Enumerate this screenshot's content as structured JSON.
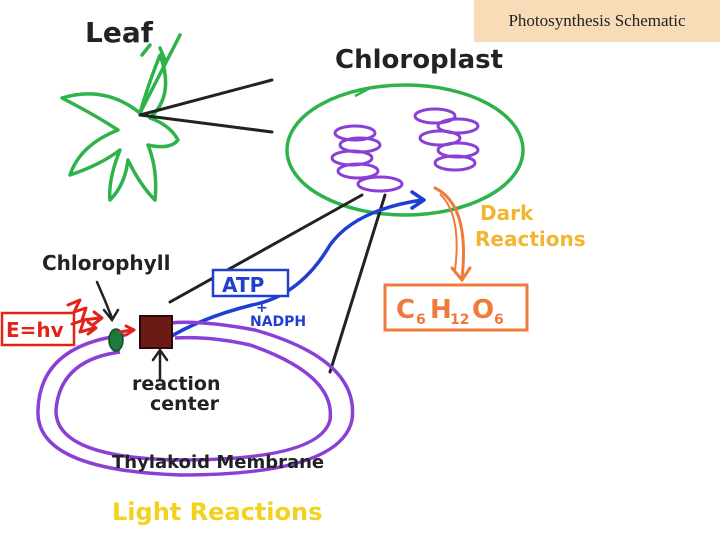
{
  "title": "Photosynthesis Schematic",
  "labels": {
    "leaf": "Leaf",
    "chloroplast": "Chloroplast",
    "dark_reactions_line1": "Dark",
    "dark_reactions_line2": "Reactions",
    "glucose_c": "C",
    "glucose_c_sub": "6",
    "glucose_h": "H",
    "glucose_h_sub": "12",
    "glucose_o": "O",
    "glucose_o_sub": "6",
    "chlorophyll": "Chlorophyll",
    "energy": "E=hv",
    "atp": "ATP",
    "plus": "+",
    "nadph": "NADPH",
    "reaction_center_line1": "reaction",
    "reaction_center_line2": "center",
    "thylakoid_membrane": "Thylakoid Membrane",
    "light_reactions": "Light Reactions"
  },
  "colors": {
    "leaf": "#2db34a",
    "chloroplast": "#2db34a",
    "thylakoid": "#8a3fd6",
    "black": "#222222",
    "blue": "#1f3fcf",
    "orange": "#ef7a3c",
    "dark_reactions_text": "#f2b530",
    "red": "#e2231a",
    "light_reactions_text": "#f2d21e",
    "title_bg": "#f8dcb8"
  }
}
